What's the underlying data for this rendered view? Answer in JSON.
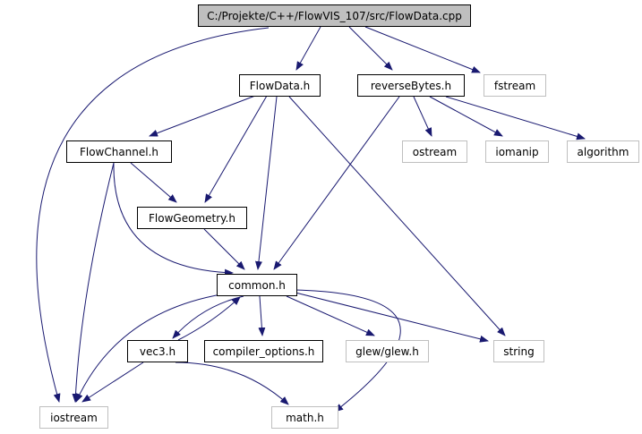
{
  "diagram": {
    "type": "include-dependency-graph",
    "colors": {
      "root_fill": "#bfbfbf",
      "node_border": "#000000",
      "external_border": "#bfbfbf",
      "edge": "#191970"
    },
    "nodes": [
      {
        "id": "flowdata_cpp",
        "label": "C:/Projekte/C++/FlowVIS_107/src/FlowData.cpp",
        "kind": "root"
      },
      {
        "id": "flowdata_h",
        "label": "FlowData.h",
        "kind": "local"
      },
      {
        "id": "reversebytes_h",
        "label": "reverseBytes.h",
        "kind": "local"
      },
      {
        "id": "fstream",
        "label": "fstream",
        "kind": "external"
      },
      {
        "id": "flowchannel_h",
        "label": "FlowChannel.h",
        "kind": "local"
      },
      {
        "id": "ostream",
        "label": "ostream",
        "kind": "external"
      },
      {
        "id": "iomanip",
        "label": "iomanip",
        "kind": "external"
      },
      {
        "id": "algorithm",
        "label": "algorithm",
        "kind": "external"
      },
      {
        "id": "flowgeometry_h",
        "label": "FlowGeometry.h",
        "kind": "local"
      },
      {
        "id": "common_h",
        "label": "common.h",
        "kind": "local"
      },
      {
        "id": "vec3_h",
        "label": "vec3.h",
        "kind": "local"
      },
      {
        "id": "compiler_options_h",
        "label": "compiler_options.h",
        "kind": "local"
      },
      {
        "id": "glew_h",
        "label": "glew/glew.h",
        "kind": "external"
      },
      {
        "id": "string",
        "label": "string",
        "kind": "external"
      },
      {
        "id": "iostream",
        "label": "iostream",
        "kind": "external"
      },
      {
        "id": "math_h",
        "label": "math.h",
        "kind": "external"
      }
    ],
    "edges": [
      {
        "from": "flowdata_cpp",
        "to": "flowdata_h"
      },
      {
        "from": "flowdata_cpp",
        "to": "reversebytes_h"
      },
      {
        "from": "flowdata_cpp",
        "to": "fstream"
      },
      {
        "from": "flowdata_cpp",
        "to": "iostream"
      },
      {
        "from": "flowdata_h",
        "to": "flowchannel_h"
      },
      {
        "from": "flowdata_h",
        "to": "flowgeometry_h"
      },
      {
        "from": "flowdata_h",
        "to": "common_h"
      },
      {
        "from": "flowdata_h",
        "to": "string"
      },
      {
        "from": "reversebytes_h",
        "to": "ostream"
      },
      {
        "from": "reversebytes_h",
        "to": "iomanip"
      },
      {
        "from": "reversebytes_h",
        "to": "algorithm"
      },
      {
        "from": "reversebytes_h",
        "to": "common_h"
      },
      {
        "from": "flowchannel_h",
        "to": "flowgeometry_h"
      },
      {
        "from": "flowchannel_h",
        "to": "common_h"
      },
      {
        "from": "flowchannel_h",
        "to": "iostream"
      },
      {
        "from": "flowgeometry_h",
        "to": "common_h"
      },
      {
        "from": "common_h",
        "to": "vec3_h"
      },
      {
        "from": "common_h",
        "to": "compiler_options_h"
      },
      {
        "from": "common_h",
        "to": "glew_h"
      },
      {
        "from": "common_h",
        "to": "string"
      },
      {
        "from": "common_h",
        "to": "iostream"
      },
      {
        "from": "common_h",
        "to": "math_h"
      },
      {
        "from": "vec3_h",
        "to": "common_h"
      },
      {
        "from": "vec3_h",
        "to": "iostream"
      },
      {
        "from": "vec3_h",
        "to": "math_h"
      }
    ]
  }
}
